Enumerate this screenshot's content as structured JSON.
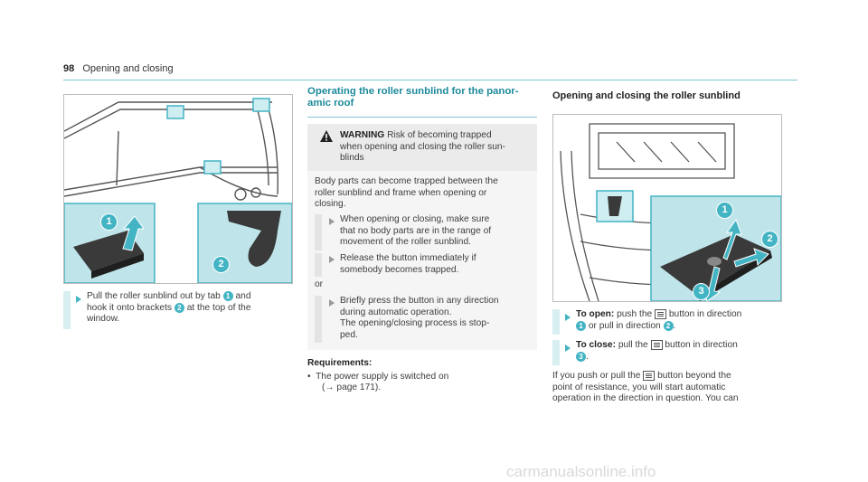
{
  "header": {
    "page_number": "98",
    "title": "Opening and closing"
  },
  "left": {
    "instruction": {
      "line1": "Pull the roller sunblind out by tab",
      "c1": "1",
      "and": "and",
      "line2": "hook it onto brackets",
      "c2": "2",
      "line2b": "at the top of the",
      "line3": "window."
    },
    "callouts": [
      "1",
      "2"
    ]
  },
  "middle": {
    "heading_line1": "Operating the roller sunblind for the panor-",
    "heading_line2": "amic roof",
    "warning": {
      "label": "WARNING",
      "title_line1": "Risk of becoming trapped",
      "title_line2": "when opening and closing the roller sun-",
      "title_line3": "blinds",
      "body_line1": "Body parts can become trapped between the",
      "body_line2": "roller sunblind and frame when opening or",
      "body_line3": "closing.",
      "step1_line1": "When opening or closing, make sure",
      "step1_line2": "that no body parts are in the range of",
      "step1_line3": "movement of the roller sunblind.",
      "step2_line1": "Release the button immediately if",
      "step2_line2": "somebody becomes trapped.",
      "or": "or",
      "step3_line1": "Briefly press the button in any direction",
      "step3_line2": "during automatic operation.",
      "step3_line3": "The opening/closing process is stop-",
      "step3_line4": "ped."
    },
    "requirements": {
      "title": "Requirements:",
      "item_line1": "The power supply is switched on",
      "item_line2": "(→ page 171)."
    }
  },
  "right": {
    "heading": "Opening and closing the roller sunblind",
    "callouts": [
      "1",
      "2",
      "3"
    ],
    "open": {
      "label": "To open:",
      "text1": "push the",
      "text2": "button in direction",
      "c1": "1",
      "text3": "or pull in direction",
      "c2": "2",
      "dot": "."
    },
    "close": {
      "label": "To close:",
      "text1": "pull the",
      "text2": "button in direction",
      "c3": "3",
      "dot": "."
    },
    "para": {
      "line1a": "If you push or pull the",
      "line1b": "button beyond the",
      "line2": "point of resistance, you will start automatic",
      "line3": "operation in the direction in question. You can"
    }
  },
  "footer": {
    "brand": "carmanualsonline.info"
  },
  "colors": {
    "accent": "#43b4c3",
    "heading": "#1d8a9b",
    "inset": "#bfe5ea"
  }
}
